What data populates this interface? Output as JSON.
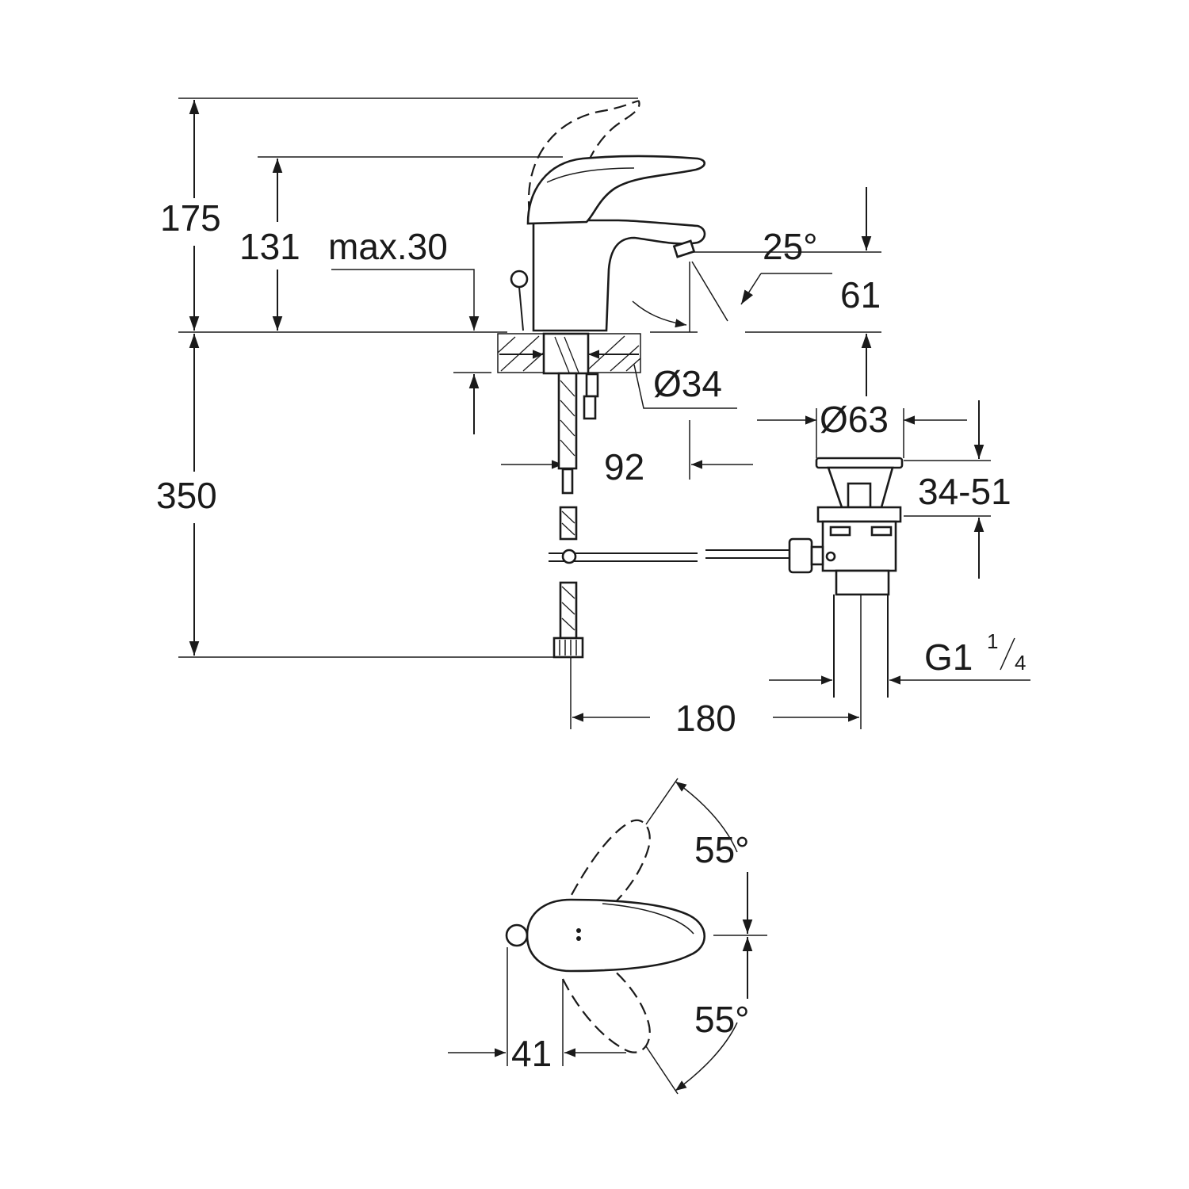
{
  "dimensions": {
    "total_height": "175",
    "spout_height": "131",
    "max_thickness": "max.30",
    "spout_angle": "25°",
    "spout_projection": "61",
    "hole_diameter": "Ø34",
    "mounting_offset": "92",
    "plug_diameter": "Ø63",
    "waste_range": "34-51",
    "hose_length": "350",
    "waste_thread": "G1",
    "waste_thread_fraction_num": "1",
    "waste_thread_fraction_den": "4",
    "waste_distance": "180",
    "lever_angle_upper": "55°",
    "lever_angle_lower": "55°",
    "lever_offset": "41"
  }
}
